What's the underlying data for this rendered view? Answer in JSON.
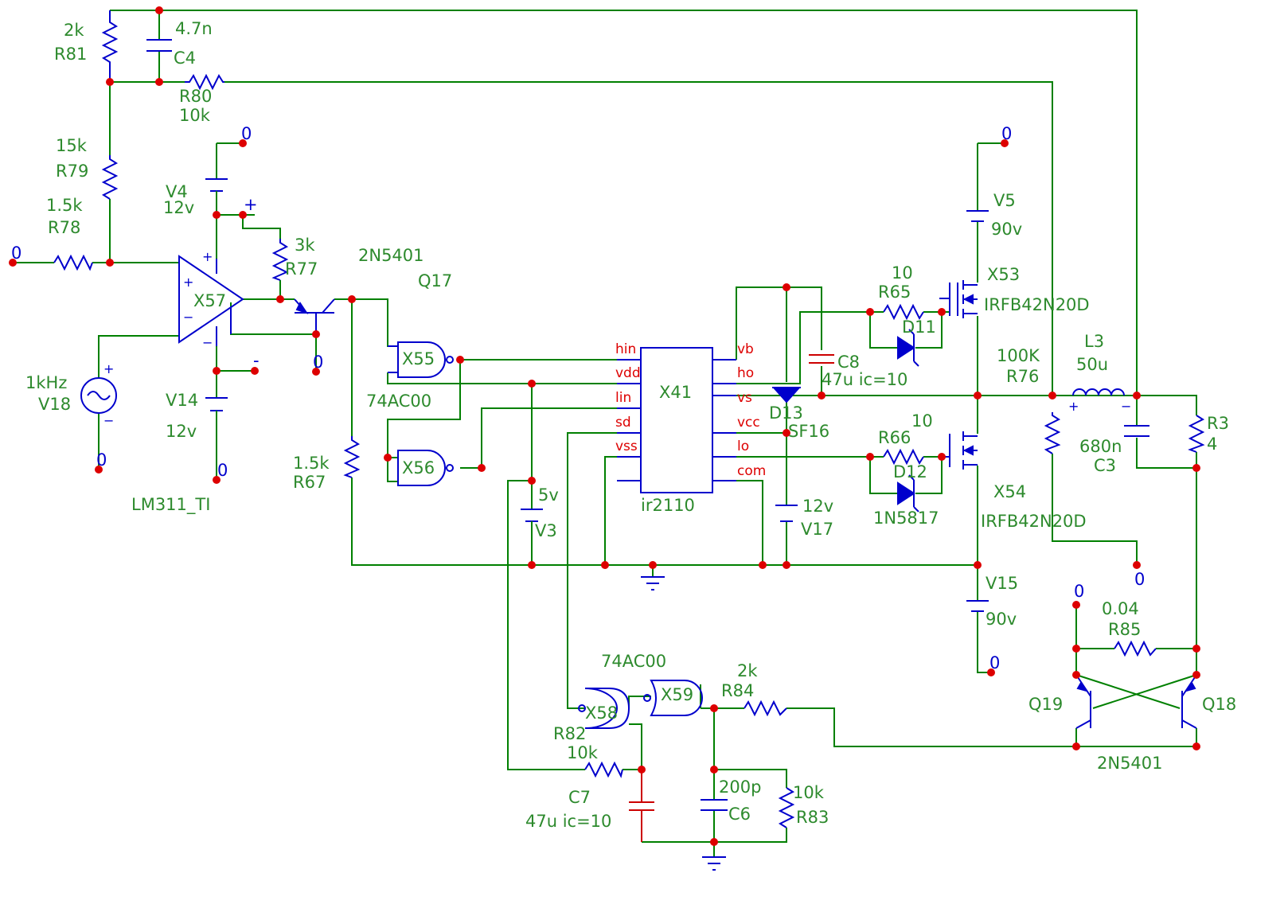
{
  "colors": {
    "wire": "#008000",
    "component": "#0000cc",
    "label": "#2d8a2d",
    "node_label": "#0000cc",
    "junction": "#dd0000",
    "pin_label": "#dd0000",
    "capacitor_alt": "#cc0000"
  },
  "labels": {
    "r81_val": "2k",
    "r81": "R81",
    "c4_val": "4.7n",
    "c4": "C4",
    "r80": "R80",
    "r80_val": "10k",
    "r79_val": "15k",
    "r79": "R79",
    "r78_val": "1.5k",
    "r78": "R78",
    "v4": "V4",
    "v4_val": "12v",
    "r77_val": "3k",
    "r77": "R77",
    "x57": "X57",
    "q17_type": "2N5401",
    "q17": "Q17",
    "freq": "1kHz",
    "v18": "V18",
    "v14": "V14",
    "v14_val": "12v",
    "lm311": "LM311_TI",
    "x55": "X55",
    "x56": "X56",
    "gate_type_1": "74AC00",
    "r67_val": "1.5k",
    "r67": "R67",
    "x41": "X41",
    "ir2110": "ir2110",
    "v3_val": "5v",
    "v3": "V3",
    "v17_val": "12v",
    "v17": "V17",
    "d13": "D13",
    "sf16": "SF16",
    "c8": "C8",
    "c8_val": "47u ic=10",
    "r65_val": "10",
    "r65": "R65",
    "d11": "D11",
    "r66_val": "10",
    "r66": "R66",
    "d12": "D12",
    "d_type": "1N5817",
    "v5": "V5",
    "v5_val": "90v",
    "x53": "X53",
    "mosfet1": "IRFB42N20D",
    "x54": "X54",
    "mosfet2": "IRFB42N20D",
    "r76_val": "100K",
    "r76": "R76",
    "l3": "L3",
    "l3_val": "50u",
    "c3_val": "680n",
    "c3": "C3",
    "r3": "R3",
    "r3_val": "4",
    "v15": "V15",
    "v15_val": "90v",
    "r85_val": "0.04",
    "r85": "R85",
    "q19": "Q19",
    "q18": "Q18",
    "q_type": "2N5401",
    "gate_type_2": "74AC00",
    "x58": "X58",
    "x59": "X59",
    "r84_val": "2k",
    "r84": "R84",
    "r82": "R82",
    "r82_val": "10k",
    "c7": "C7",
    "c7_val": "47u ic=10",
    "c6_val": "200p",
    "c6": "C6",
    "r83_val": "10k",
    "r83": "R83"
  },
  "nodes": {
    "gnd_r78": "0",
    "gnd_v4": "0",
    "gnd_q17": "0",
    "gnd_v18": "0",
    "gnd_v14": "0",
    "gnd_v5": "0",
    "gnd_r76": "0",
    "gnd_r85": "0",
    "gnd_v15": "0",
    "v4_plus": "+",
    "v14_minus": "-"
  },
  "opamp_signs": {
    "in_plus": "+",
    "in_minus": "−",
    "sup_plus": "+",
    "sup_minus": "−"
  },
  "source_signs": {
    "plus": "+",
    "minus": "−"
  },
  "pins": {
    "hin": "hin",
    "vdd": "vdd",
    "lin": "lin",
    "sd": "sd",
    "vss": "vss",
    "vb": "vb",
    "ho": "ho",
    "vs": "vs",
    "vcc": "vcc",
    "lo": "lo",
    "com": "com"
  }
}
